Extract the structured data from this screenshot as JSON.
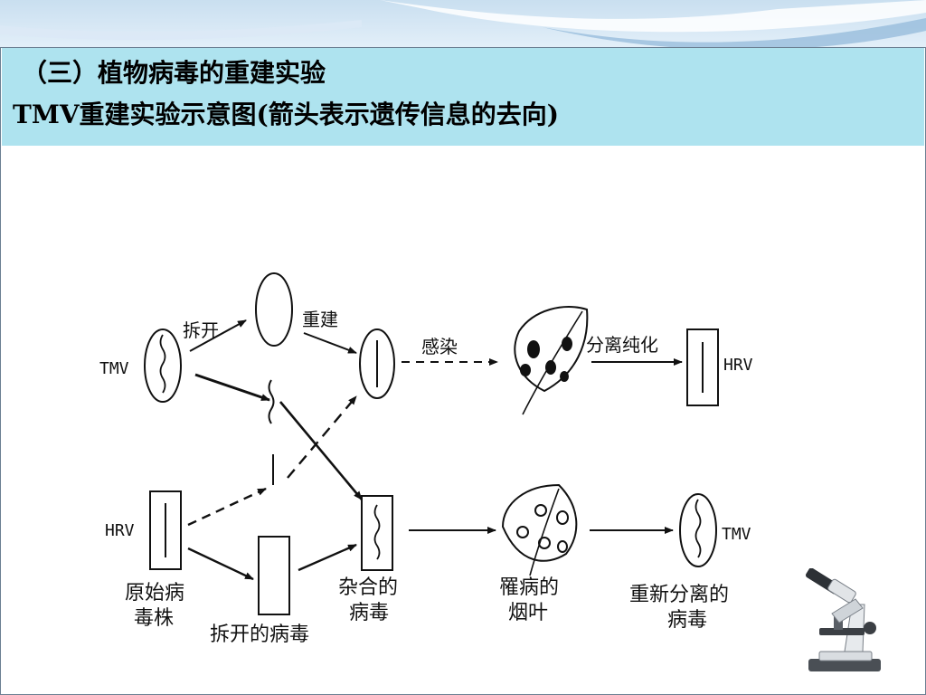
{
  "header": {
    "title_line_1": "（三）植物病毒的重建实验",
    "title_line_2": "TMV重建实验示意图(箭头表示遗传信息的去向)"
  },
  "diagram": {
    "tmv_label": "TMV",
    "hrv_label_left": "HRV",
    "hrv_label_right": "HRV",
    "tmv_label_right": "TMV",
    "step_split": "拆开",
    "step_rebuild": "重建",
    "step_infect": "感染",
    "step_purify": "分离纯化",
    "original_strain": [
      "原始病",
      "毒株"
    ],
    "split_virus": "拆开的病毒",
    "hybrid_virus": [
      "杂合的",
      "病毒"
    ],
    "infected_leaf": [
      "罹病的",
      "烟叶"
    ],
    "reisolated_virus": [
      "重新分离的",
      "病毒"
    ]
  },
  "icons": {
    "decoration": "microscope-icon"
  },
  "colors": {
    "title_band": "#aee3ef",
    "top_band": "#c9dff0",
    "frame_border": "#6b7f92"
  }
}
